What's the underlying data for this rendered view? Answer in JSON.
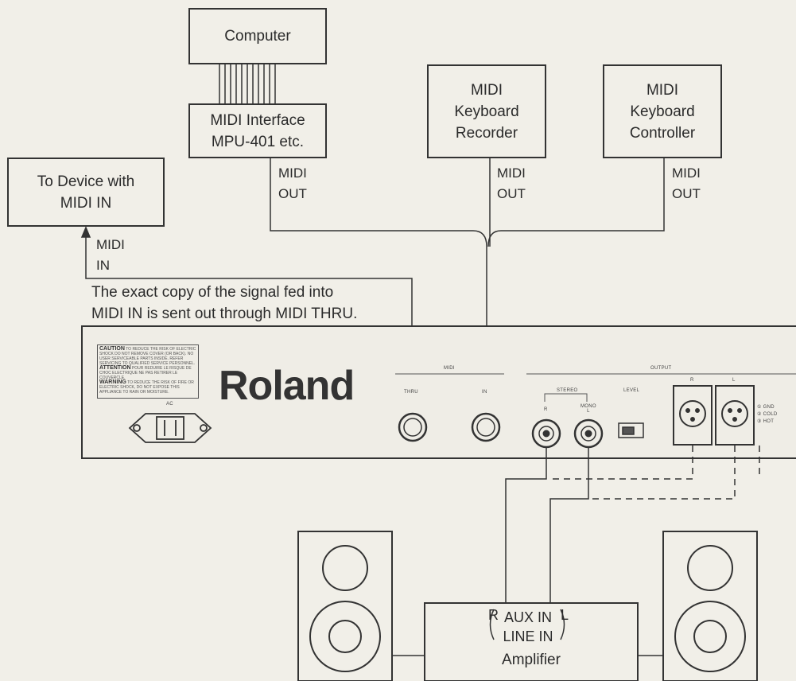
{
  "boxes": {
    "computer": "Computer",
    "midi_interface": "MIDI Interface\nMPU-401 etc.",
    "keyboard_recorder": "MIDI\nKeyboard\nRecorder",
    "keyboard_controller": "MIDI\nKeyboard\nController",
    "to_device": "To Device with\nMIDI IN",
    "amplifier": "Amplifier"
  },
  "labels": {
    "interface_out": "MIDI\nOUT",
    "recorder_out": "MIDI\nOUT",
    "controller_out": "MIDI\nOUT",
    "device_in": "MIDI\nIN"
  },
  "note": {
    "line1": "The exact copy of the signal fed into",
    "line2": "MIDI IN is sent out through MIDI THRU."
  },
  "panel": {
    "brand": "Roland",
    "midi_section": "MIDI",
    "output_section": "OUTPUT",
    "thru": "THRU",
    "in": "IN",
    "stereo": "STEREO",
    "level": "LEVEL",
    "ac": "AC",
    "r": "R",
    "l": "L",
    "mono_l": "MONO\nL",
    "xlr_r": "R",
    "xlr_l": "L",
    "gnd": "① GND",
    "cold": "② COLD",
    "hot": "③ HOT",
    "caution_title": "CAUTION",
    "caution_text": "TO REDUCE THE RISK OF ELECTRIC SHOCK DO NOT REMOVE COVER (OR BACK). NO USER SERVICEABLE PARTS INSIDE. REFER SERVICING TO QUALIFIED SERVICE PERSONNEL.",
    "attention_title": "ATTENTION",
    "attention_text": "POUR REDUIRE LE RISQUE DE CHOC ELECTRIQUE NE PAS RETIRER LE COUVERCLE.",
    "warning_title": "WARNING",
    "warning_text": "TO REDUCE THE RISK OF FIRE OR ELECTRIC SHOCK, DO NOT EXPOSE THIS APPLIANCE TO RAIN OR MOISTURE."
  },
  "amp": {
    "aux_in": "AUX IN",
    "line_in": "LINE IN",
    "r": "R",
    "l": "L"
  }
}
